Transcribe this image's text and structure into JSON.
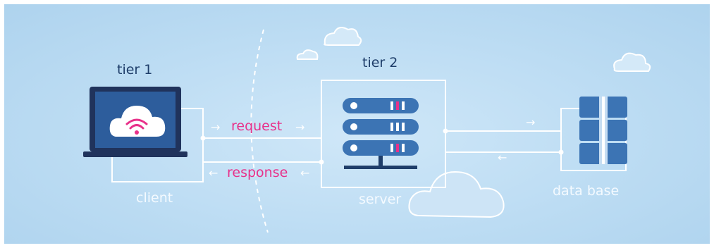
{
  "tiers": {
    "tier1": "tier 1",
    "tier2": "tier 2"
  },
  "flows": {
    "request": "request",
    "response": "response",
    "request_arrow": "→",
    "response_arrow": "←"
  },
  "nodes": {
    "client": "client",
    "server": "server",
    "database": "data base"
  },
  "icons": {
    "client": "laptop-cloud-wifi-icon",
    "server": "server-rack-icon",
    "database": "database-stack-icon"
  },
  "colors": {
    "background": "#bcdcf3",
    "accent_pink": "#e8318a",
    "navy": "#1f3e6a",
    "server_blue": "#3c74b4",
    "line_white": "#ffffff"
  }
}
